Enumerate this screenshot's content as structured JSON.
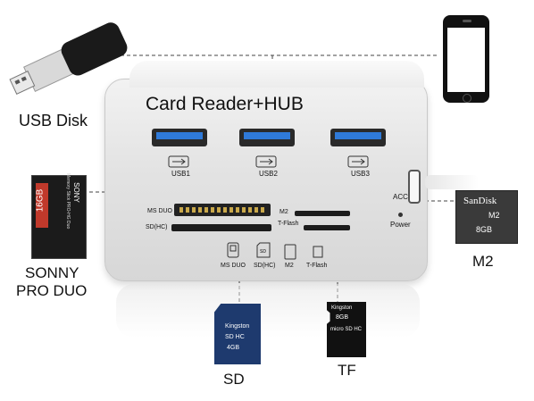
{
  "hub": {
    "title": "Card Reader+HUB",
    "ports": [
      "USB1",
      "USB2",
      "USB3"
    ],
    "acc_label": "ACC",
    "power_label": "Power",
    "slot_left_labels": [
      "MS DUO",
      "SD(HC)"
    ],
    "slot_right_labels": [
      "M2",
      "T-Flash"
    ],
    "bottom_icons": [
      "MS DUO",
      "SD(HC)",
      "M2",
      "T-Flash"
    ]
  },
  "callouts": {
    "usb_disk": "USB Disk",
    "sonny_pro_duo_line1": "SONNY",
    "sonny_pro_duo_line2": "PRO DUO",
    "m2": "M2",
    "sd": "SD",
    "tf": "TF"
  },
  "cards": {
    "ms_duo_capacity": "16GB",
    "ms_duo_brand": "SONY",
    "ms_duo_text": "Memory Stick PRO-HG Duo",
    "m2_brand": "SanDisk",
    "m2_type": "M2",
    "m2_capacity": "8GB",
    "sd_brand": "Kingston",
    "sd_capacity": "4GB",
    "sd_type": "SD HC",
    "tf_brand": "Kingston",
    "tf_capacity": "8GB",
    "tf_type": "micro SD HC"
  },
  "icons": {
    "usb_symbol": "usb-icon",
    "power_symbol": "power-led-icon"
  }
}
